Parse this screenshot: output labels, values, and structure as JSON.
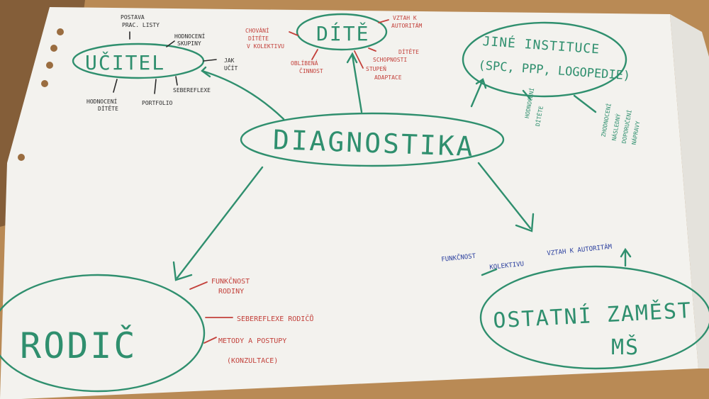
{
  "colors": {
    "green": "#2f8f6e",
    "red": "#c3413b",
    "blue": "#2a3f9e",
    "black": "#2b2b2b",
    "paper": "#f3f2ee",
    "table": "#b98a55"
  },
  "center": {
    "title": "DIAGNOSTIKA"
  },
  "ucitel": {
    "title": "UČITEL",
    "items": [
      "POSTAVA",
      "PRAC. LISTY",
      "HODNOCENÍ",
      "SKUPINY",
      "JAK",
      "UČÍT",
      "HODNOCENÍ",
      "DÍTĚTE",
      "PORTFOLIO",
      "SEBEREFLEXE"
    ]
  },
  "dite": {
    "title": "DÍTĚ",
    "items": [
      "CHOVÁNÍ",
      "DÍTĚTE",
      "V KOLEKTIVU",
      "VZTAH K",
      "AUTORITÁM",
      "OBLÍBENÁ",
      "ČINNOST",
      "SCHOPNOSTI",
      "STUPEŇ",
      "ADAPTACE",
      "DÍTĚTE"
    ]
  },
  "instituce": {
    "title_line1": "JINÉ INSTITUCE",
    "title_line2": "(SPC, PPP, LOGOPEDIE)",
    "items": [
      "HODNOCENÍ",
      "DÍTĚTE",
      "ZHODNOCENÍ",
      "NÁSLEDNÝ",
      "DOPORUČENÍ",
      "NÁPRAVY"
    ]
  },
  "rodic": {
    "title": "RODIČ",
    "items": [
      "FUNKČNOST",
      "RODINY",
      "SEBEREFLEXE RODIČŮ",
      "METODY A POSTUPY",
      "(KONZULTACE)"
    ]
  },
  "ostatni": {
    "title_line1": "OSTATNÍ ZAMĚST",
    "title_line2": "MŠ",
    "items": [
      "FUNKČNOST",
      "KOLEKTIVU",
      "VZTAH K AUTORITÁM"
    ]
  }
}
